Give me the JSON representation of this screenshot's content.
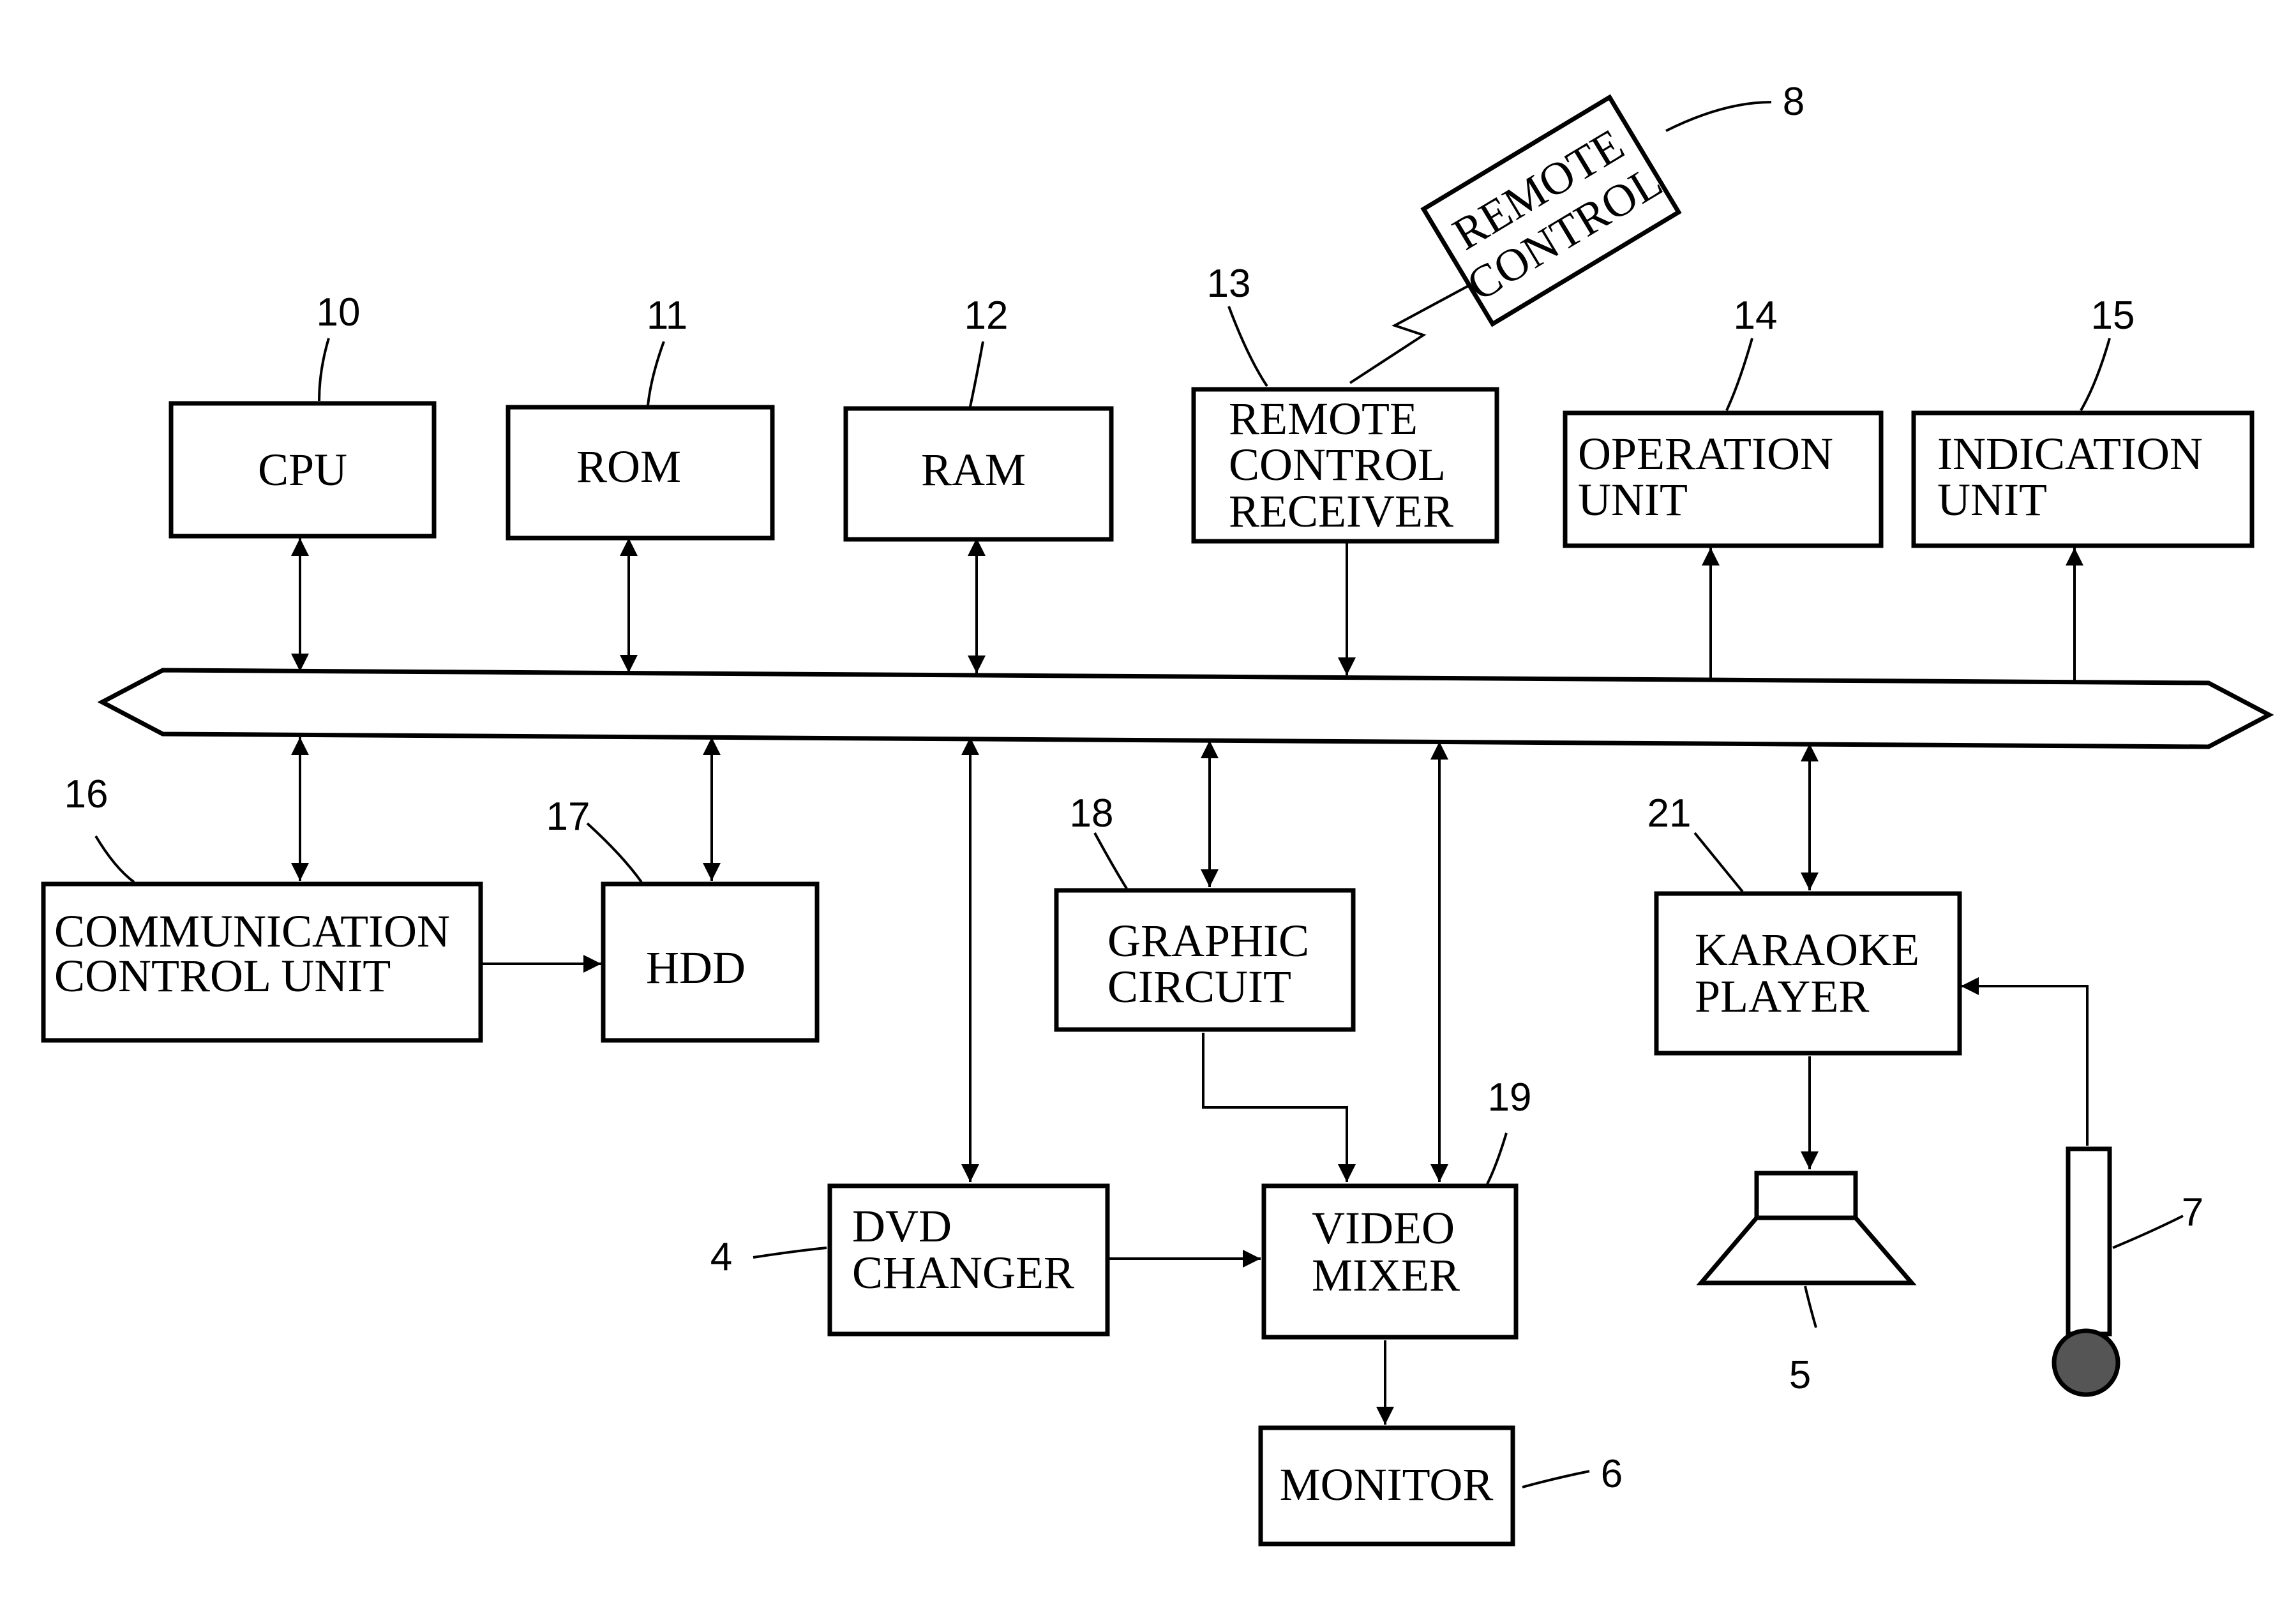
{
  "blocks": {
    "cpu": {
      "number": "10",
      "lines": [
        "CPU"
      ]
    },
    "rom": {
      "number": "11",
      "lines": [
        "ROM"
      ]
    },
    "ram": {
      "number": "12",
      "lines": [
        "RAM"
      ]
    },
    "remote_receiver": {
      "number": "13",
      "lines": [
        "REMOTE",
        "CONTROL",
        "RECEIVER"
      ]
    },
    "operation_unit": {
      "number": "14",
      "lines": [
        "OPERATION",
        "UNIT"
      ]
    },
    "indication_unit": {
      "number": "15",
      "lines": [
        "INDICATION",
        "UNIT"
      ]
    },
    "remote_control": {
      "number": "8",
      "lines": [
        "REMOTE",
        "CONTROL"
      ]
    },
    "comm_control": {
      "number": "16",
      "lines": [
        "COMMUNICATION",
        "CONTROL UNIT"
      ]
    },
    "hdd": {
      "number": "17",
      "lines": [
        "HDD"
      ]
    },
    "graphic_circuit": {
      "number": "18",
      "lines": [
        "GRAPHIC",
        "CIRCUIT"
      ]
    },
    "karaoke_player": {
      "number": "21",
      "lines": [
        "KARAOKE",
        "PLAYER"
      ]
    },
    "dvd_changer": {
      "number": "4",
      "lines": [
        "DVD",
        "CHANGER"
      ]
    },
    "video_mixer": {
      "number": "19",
      "lines": [
        "VIDEO",
        "MIXER"
      ]
    },
    "monitor": {
      "number": "6",
      "lines": [
        "MONITOR"
      ]
    }
  },
  "devices": {
    "speaker": {
      "number": "5"
    },
    "microphone": {
      "number": "7"
    }
  },
  "colors": {
    "stroke": "#000000",
    "background": "#ffffff",
    "mic_fill": "#555555"
  }
}
